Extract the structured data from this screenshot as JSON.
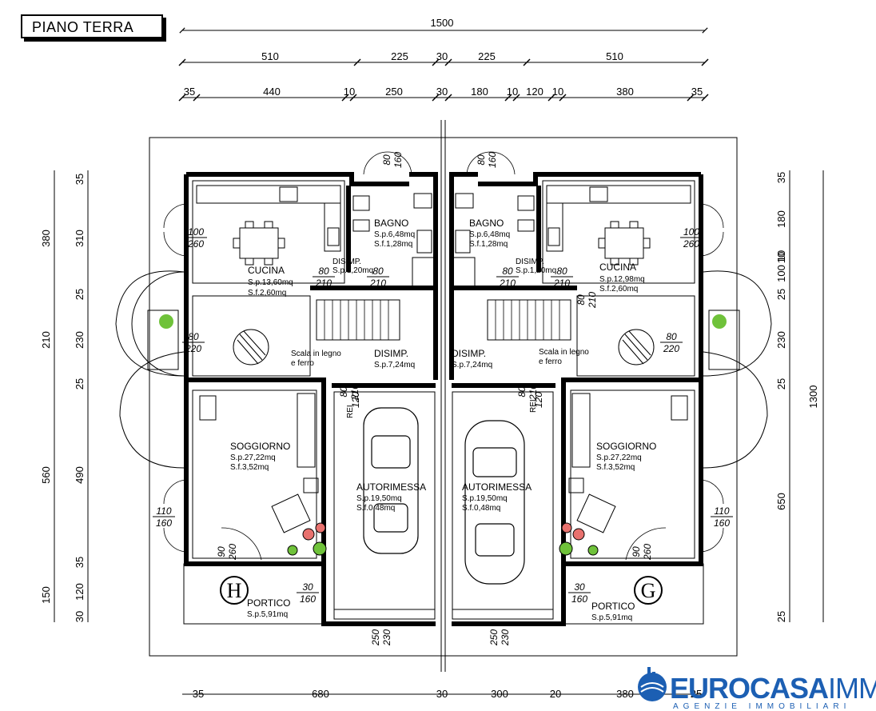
{
  "title": "PIANO TERRA",
  "dims_top": {
    "total": "1500",
    "row2": [
      "510",
      "225",
      "30",
      "225",
      "510"
    ],
    "row3": [
      "35",
      "440",
      "10",
      "250",
      "30",
      "180",
      "10",
      "120",
      "10",
      "380",
      "35"
    ]
  },
  "dims_bottom": [
    "35",
    "680",
    "30",
    "300",
    "20",
    "380",
    "25"
  ],
  "dims_left_outer": [
    "380",
    "210",
    "560",
    "150"
  ],
  "dims_left_inner": [
    "35",
    "310",
    "25",
    "230",
    "25",
    "490",
    "35",
    "120",
    "30"
  ],
  "dims_right_outer": "1300",
  "dims_right_inner": [
    "35",
    "180",
    "10",
    "100",
    "10",
    "25",
    "230",
    "25",
    "650",
    "25"
  ],
  "rooms": {
    "cucina_left": {
      "name": "CUCINA",
      "sp": "S.p.13,60mq",
      "sf": "S.f.2,60mq"
    },
    "cucina_right": {
      "name": "CUCINA",
      "sp": "S.p.12,98mq",
      "sf": "S.f.2,60mq"
    },
    "bagno_left": {
      "name": "BAGNO",
      "sp": "S.p.6,48mq",
      "sf": "S.f.1,28mq"
    },
    "bagno_right": {
      "name": "BAGNO",
      "sp": "S.p.6,48mq",
      "sf": "S.f.1,28mq"
    },
    "disimp_small_left": {
      "name": "DISIMP.",
      "sp": "S.p.1,20mq"
    },
    "disimp_small_right": {
      "name": "DISIMP.",
      "sp": "S.p.1,20mq"
    },
    "disimp_left": {
      "name": "DISIMP.",
      "sp": "S.p.7,24mq"
    },
    "disimp_right": {
      "name": "DISIMP.",
      "sp": "S.p.7,24mq"
    },
    "soggiorno_left": {
      "name": "SOGGIORNO",
      "sp": "S.p.27,22mq",
      "sf": "S.f.3,52mq"
    },
    "soggiorno_right": {
      "name": "SOGGIORNO",
      "sp": "S.p.27,22mq",
      "sf": "S.f.3,52mq"
    },
    "autorimessa_left": {
      "name": "AUTORIMESSA",
      "sp": "S.p.19,50mq",
      "sf": "S.f.0,48mq"
    },
    "autorimessa_right": {
      "name": "AUTORIMESSA",
      "sp": "S.p.19,50mq",
      "sf": "S.f.0,48mq"
    },
    "portico_left": {
      "name": "PORTICO",
      "sp": "S.p.5,91mq"
    },
    "portico_right": {
      "name": "PORTICO",
      "sp": "S.p.5,91mq"
    }
  },
  "stairs_note": {
    "line1": "Scala in legno",
    "line2": "e ferro"
  },
  "rei_label": "REI",
  "unit_letters": {
    "left": "H",
    "right": "G"
  },
  "openings": {
    "top_left_door": [
      "80",
      "160"
    ],
    "top_right_door": [
      "80",
      "160"
    ],
    "kitchen_win_left": [
      "100",
      "260"
    ],
    "kitchen_win_right": [
      "100",
      "260"
    ],
    "disimp_door_l1": [
      "80",
      "210"
    ],
    "disimp_door_l2": [
      "80",
      "210"
    ],
    "disimp_door_r1": [
      "80",
      "210"
    ],
    "disimp_door_r2": [
      "80",
      "210"
    ],
    "kitchen_side_right": [
      "80",
      "210"
    ],
    "side_win_left": [
      "80",
      "220"
    ],
    "side_win_right": [
      "80",
      "220"
    ],
    "garage_door_left": [
      "80",
      "210"
    ],
    "garage_door_right": [
      "80",
      "210"
    ],
    "soggiorno_win_left": [
      "110",
      "160"
    ],
    "soggiorno_win_right": [
      "110",
      "160"
    ],
    "entry_left": [
      "90",
      "260"
    ],
    "entry_right": [
      "90",
      "260"
    ],
    "portico_win_left": [
      "30",
      "160"
    ],
    "portico_win_right": [
      "30",
      "160"
    ],
    "garage_gate_left": [
      "250",
      "230"
    ],
    "garage_gate_right": [
      "250",
      "230"
    ],
    "rei_left": "120",
    "rei_right": "120"
  },
  "logo": {
    "brand": "EUROCASA",
    "brand_suffix": "IMM",
    "tagline": "AGENZIE IMMOBILIARI"
  },
  "colors": {
    "line": "#000000",
    "logo_blue": "#1c5fb3",
    "plant_green": "#6fc23a",
    "flower_red": "#e8716e"
  }
}
